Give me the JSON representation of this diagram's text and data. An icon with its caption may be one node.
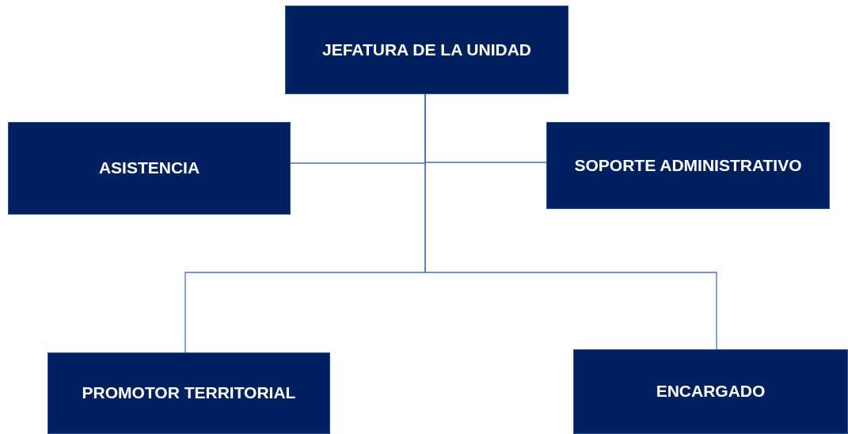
{
  "diagram": {
    "nodes": [
      {
        "text": [
          "JEFATURA DE LA UNIDAD"
        ]
      },
      {
        "text": [
          "ASISTENCIA"
        ]
      },
      {
        "text": [
          "SOPORTE ADMINISTRATIVO"
        ]
      },
      {
        "text": [
          "PROMOTOR TERRITORIAL"
        ]
      },
      {
        "text": [
          "ENCARGADO"
        ]
      }
    ],
    "edges": [
      {
        "from": 0,
        "to": 1,
        "arrow": "none"
      },
      {
        "from": 0,
        "to": 2,
        "arrow": "none"
      },
      {
        "from": 0,
        "to": 3,
        "arrow": "none"
      },
      {
        "from": 0,
        "to": 4,
        "arrow": "none"
      }
    ]
  }
}
